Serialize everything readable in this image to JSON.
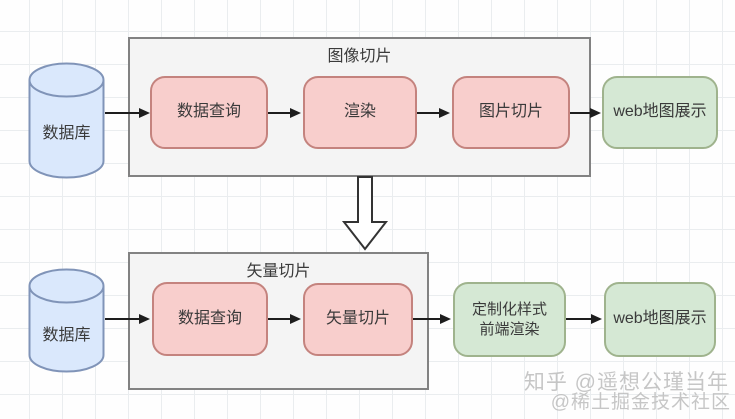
{
  "colors": {
    "pink_fill": "#f8cecc",
    "pink_stroke": "#c4837e",
    "green_fill": "#d5e8d4",
    "green_stroke": "#9fb38d",
    "blue_fill": "#dae8fc",
    "blue_stroke": "#8094b8",
    "container_fill": "#f4f4f4",
    "container_stroke": "#828282",
    "arrow_color": "#1d1d1d",
    "grid_line": "#eaedef",
    "text_color": "#3a3a3a",
    "watermark_color": "#b9b9b9"
  },
  "flows": [
    {
      "database_label": "数据库",
      "container_title": "图像切片",
      "steps": [
        "数据查询",
        "渲染",
        "图片切片"
      ],
      "outputs": [
        "web地图展示"
      ]
    },
    {
      "database_label": "数据库",
      "container_title": "矢量切片",
      "steps": [
        "数据查询",
        "矢量切片"
      ],
      "outputs": [
        "定制化样式\n前端渲染",
        "web地图展示"
      ]
    }
  ],
  "watermarks": {
    "zhihu": "知乎 @遥想公瑾当年",
    "juejin": "@稀土掘金技术社区"
  }
}
